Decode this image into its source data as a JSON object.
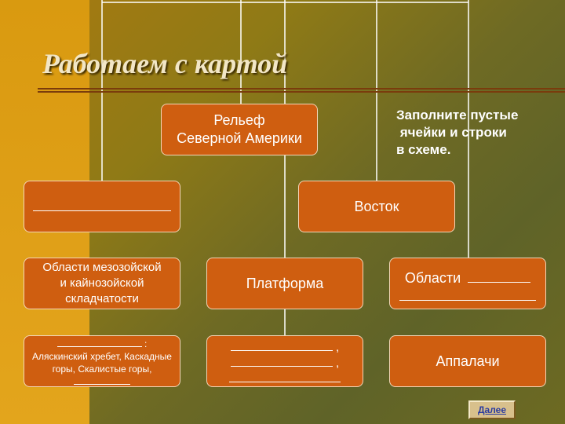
{
  "title": "Работаем с картой",
  "instruction": {
    "line1": "Заполните пустые",
    "line2": " ячейки и строки",
    "line3": "в схеме."
  },
  "diagram": {
    "root": {
      "line1": "Рельеф",
      "line2": "Северной Америки"
    },
    "west": {
      "label": ""
    },
    "east": {
      "label": "Восток"
    },
    "fold_regions": {
      "line1": "Области мезозойской",
      "line2": "и кайнозойской",
      "line3": "складчатости"
    },
    "platform": {
      "label": "Платформа"
    },
    "regions_blank": {
      "label": "Области"
    },
    "mountains_west": {
      "suffix": ":",
      "line2": "Аляскинский хребет, Каскадные",
      "line3": "горы, Скалистые горы,"
    },
    "platform_items": {
      "sep1": ",",
      "sep2": ","
    },
    "appalachians": {
      "label": "Аппалачи"
    }
  },
  "next_button": {
    "label": "Далее"
  },
  "colors": {
    "box_fill": "#cf5e10",
    "box_border": "#f2d5b6",
    "title_text": "#f2e6c6",
    "title_rule": "#7a3c0c",
    "connector": "#ffffff"
  }
}
